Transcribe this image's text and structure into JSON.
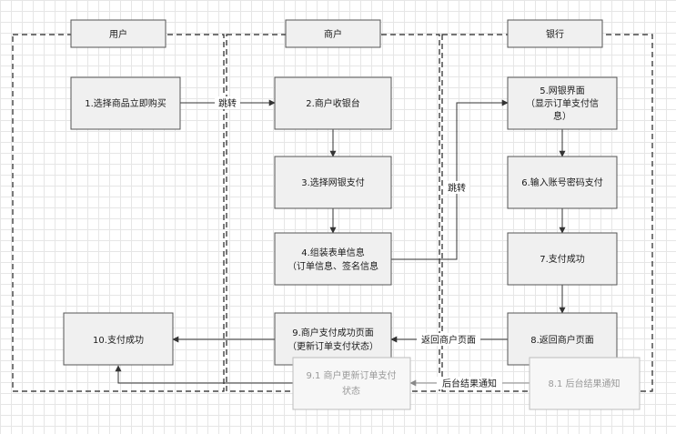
{
  "lanes": {
    "user": "用户",
    "merchant": "商户",
    "bank": "银行"
  },
  "nodes": {
    "n1": [
      "1.选择商品立即购买"
    ],
    "n2": [
      "2.商户收银台"
    ],
    "n3": [
      "3.选择网银支付"
    ],
    "n4": [
      "4.组装表单信息",
      "（订单信息、签名信息"
    ],
    "n5": [
      "5.网银界面",
      "（显示订单支付信",
      "息）"
    ],
    "n6": [
      "6.输入账号密码支付"
    ],
    "n7": [
      "7.支付成功"
    ],
    "n8": [
      "8.返回商户页面"
    ],
    "n9": [
      "9.商户支付成功页面",
      "（更新订单支付状态）"
    ],
    "n91": [
      "9.1 商户更新订单支付",
      "状态"
    ],
    "n81": [
      "8.1 后台结果通知"
    ],
    "n10": [
      "10.支付成功"
    ]
  },
  "edge_labels": {
    "jump1": "跳转",
    "jump2": "跳转",
    "return_page": "返回商户页面",
    "backend_notify": "后台结果通知"
  }
}
